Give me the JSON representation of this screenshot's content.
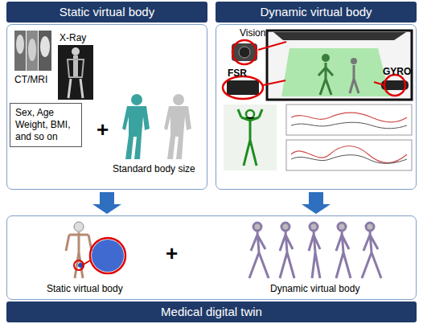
{
  "diagram": {
    "nodes": [
      {
        "text": [
          "Static virtual body"
        ]
      },
      {
        "text": [
          "Sex, Age Weight, BMI, and so on"
        ],
        "in": 0
      },
      {
        "text": [
          "Dynamic virtual body"
        ]
      },
      {
        "text": [
          "Medical digital twin"
        ]
      }
    ],
    "edges": [
      {
        "from": 0,
        "to": 3,
        "arrow": "to"
      },
      {
        "from": 2,
        "to": 3,
        "arrow": "to"
      }
    ],
    "labels": [
      "CT/MRI",
      "X-Ray",
      "+",
      "Standard body size",
      "Vision",
      "FSR",
      "GYRO",
      "Static virtual body",
      "+",
      "Dynamic virtual body"
    ]
  }
}
